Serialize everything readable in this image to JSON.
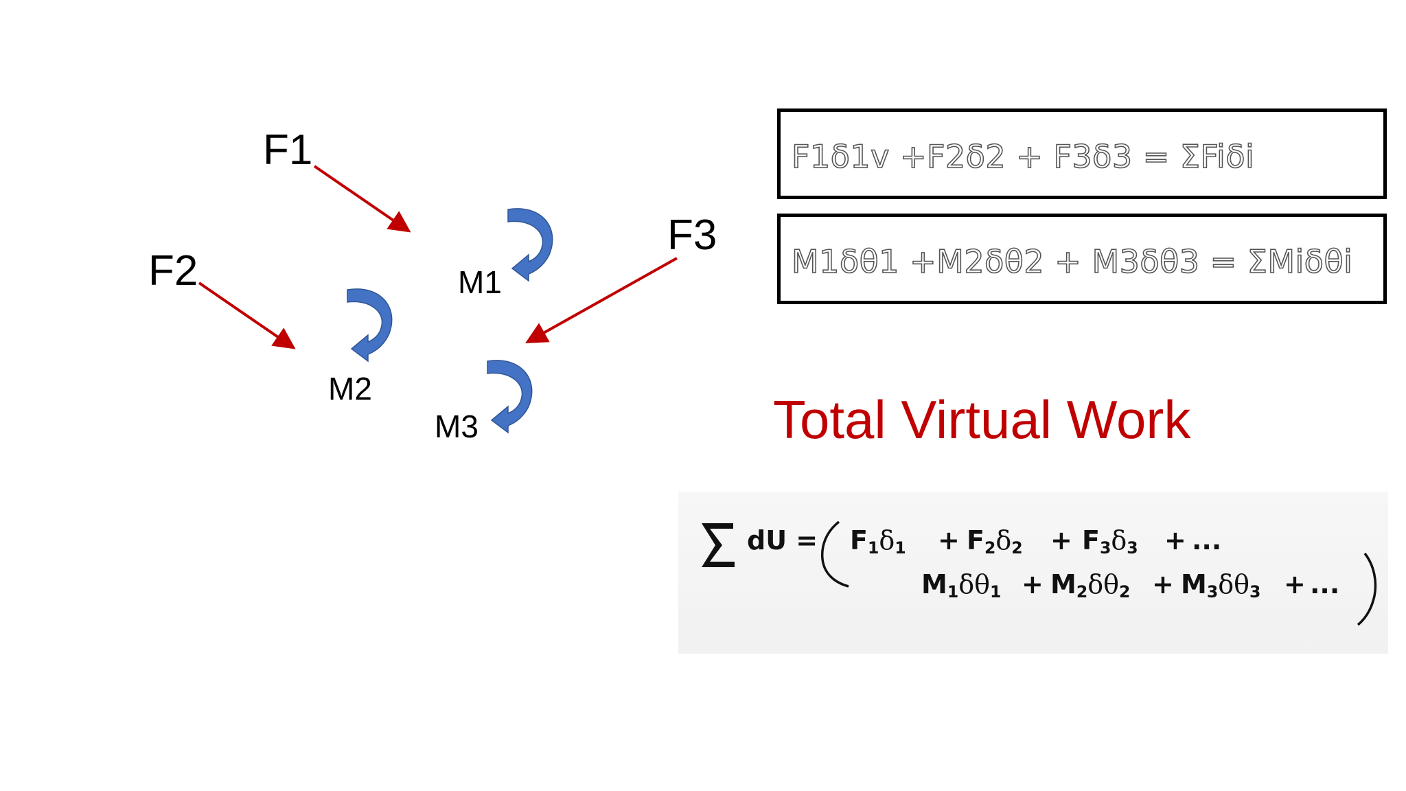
{
  "diagram": {
    "forces": [
      {
        "label": "F1",
        "color": "#c00000"
      },
      {
        "label": "F2",
        "color": "#c00000"
      },
      {
        "label": "F3",
        "color": "#c00000"
      }
    ],
    "moments": [
      {
        "label": "M1",
        "color": "#4472c4"
      },
      {
        "label": "M2",
        "color": "#4472c4"
      },
      {
        "label": "M3",
        "color": "#4472c4"
      }
    ]
  },
  "equations": {
    "force_sum": "F1δ1v +F2δ2 + F3δ3 = ΣFiδi",
    "moment_sum": "M1δθ1 +M2δθ2 + M3δθ3 = ΣMiδθi"
  },
  "title": "Total Virtual Work",
  "formula": {
    "lhs": "dU =",
    "force_terms": [
      {
        "sym": "F",
        "sub": "1",
        "var": "δ",
        "varsub": "1"
      },
      {
        "sym": "F",
        "sub": "2",
        "var": "δ",
        "varsub": "2"
      },
      {
        "sym": "F",
        "sub": "3",
        "var": "δ",
        "varsub": "3"
      }
    ],
    "moment_terms": [
      {
        "sym": "M",
        "sub": "1",
        "var": "δθ",
        "varsub": "1"
      },
      {
        "sym": "M",
        "sub": "2",
        "var": "δθ",
        "varsub": "2"
      },
      {
        "sym": "M",
        "sub": "3",
        "var": "δθ",
        "varsub": "3"
      }
    ],
    "ellipsis": "...",
    "plus": "+"
  }
}
